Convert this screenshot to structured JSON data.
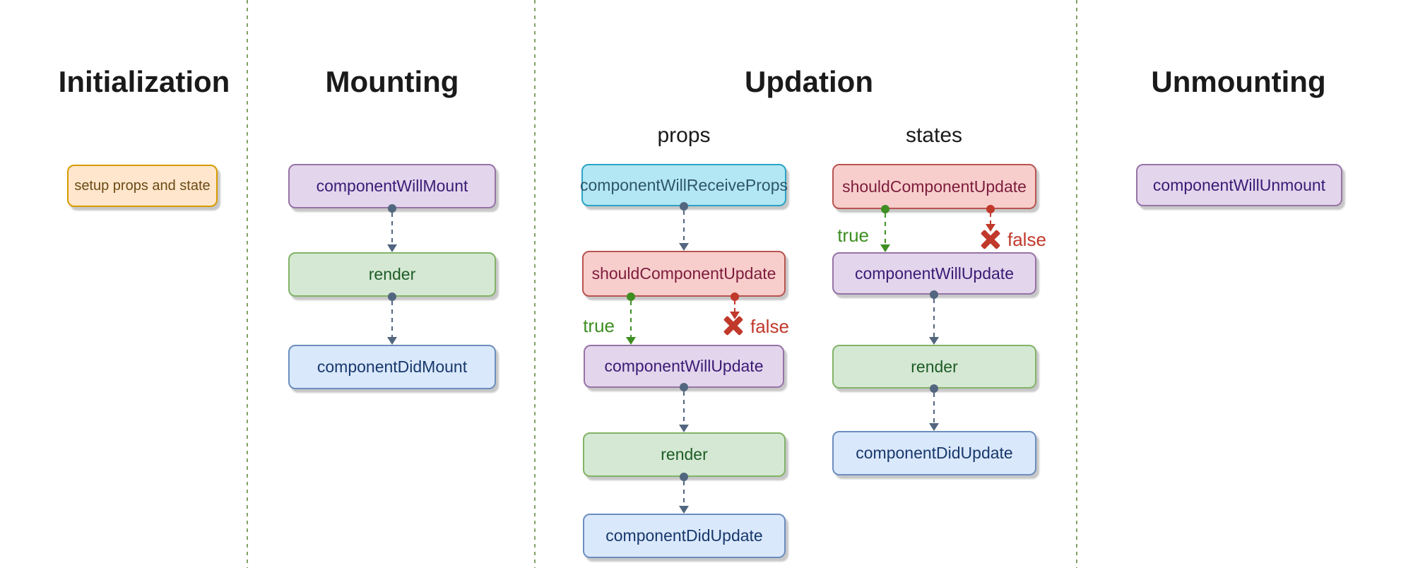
{
  "phases": {
    "initialization": {
      "title": "Initialization",
      "nodes": {
        "setup": "setup props and state"
      }
    },
    "mounting": {
      "title": "Mounting",
      "nodes": {
        "will_mount": "componentWillMount",
        "render": "render",
        "did_mount": "componentDidMount"
      }
    },
    "updation": {
      "title": "Updation",
      "props": {
        "subtitle": "props",
        "nodes": {
          "will_receive_props": "componentWillReceiveProps",
          "should_update": "shouldComponentUpdate",
          "will_update": "componentWillUpdate",
          "render": "render",
          "did_update": "componentDidUpdate"
        },
        "true_label": "true",
        "false_label": "false"
      },
      "states": {
        "subtitle": "states",
        "nodes": {
          "should_update": "shouldComponentUpdate",
          "will_update": "componentWillUpdate",
          "render": "render",
          "did_update": "componentDidUpdate"
        },
        "true_label": "true",
        "false_label": "false"
      }
    },
    "unmounting": {
      "title": "Unmounting",
      "nodes": {
        "will_unmount": "componentWillUnmount"
      }
    }
  },
  "colors": {
    "background": "#ffffff",
    "separator": "#83a266",
    "connector": "#52667f",
    "true_branch": "#3e8e22",
    "false_branch": "#c0392b",
    "node_orange_fill": "#ffe6cc",
    "node_orange_border": "#d79b00",
    "node_orange_text": "#6b4a14",
    "node_purple_fill": "#e3d5ec",
    "node_purple_border": "#9673a6",
    "node_purple_text": "#3b1b75",
    "node_green_fill": "#d5e8d4",
    "node_green_border": "#82b366",
    "node_green_text": "#1d5c26",
    "node_blue_fill": "#dae8fc",
    "node_blue_border": "#6c8ebf",
    "node_blue_text": "#17386b",
    "node_cyan_fill": "#b3e7f3",
    "node_cyan_border": "#2aa4c4",
    "node_cyan_text": "#2e566b",
    "node_red_fill": "#f8cecc",
    "node_red_border": "#b85450",
    "node_red_text": "#7c1c3c"
  }
}
